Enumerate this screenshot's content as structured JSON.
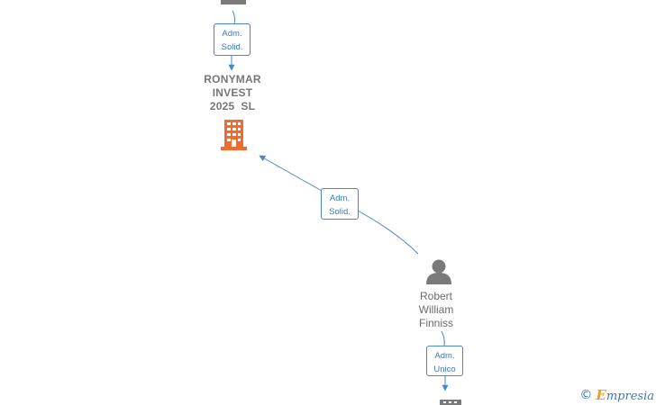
{
  "nodes": {
    "company": {
      "label_lines": [
        "RONYMAR",
        "INVEST",
        "2025  SL"
      ]
    },
    "person": {
      "label_lines": [
        "Robert",
        "William",
        "Finniss"
      ]
    }
  },
  "edges": [
    {
      "lines": [
        "Adm.",
        "Solid."
      ]
    },
    {
      "lines": [
        "Adm.",
        "Solid."
      ]
    },
    {
      "lines": [
        "Adm.",
        "Unico"
      ]
    }
  ],
  "watermark": {
    "copyright": "©",
    "brand_initial": "E",
    "brand_rest": "mpresia"
  },
  "colors": {
    "edge": "#4a86c8",
    "company_icon": "#f26b2e",
    "person_icon": "#7a7a7a"
  }
}
